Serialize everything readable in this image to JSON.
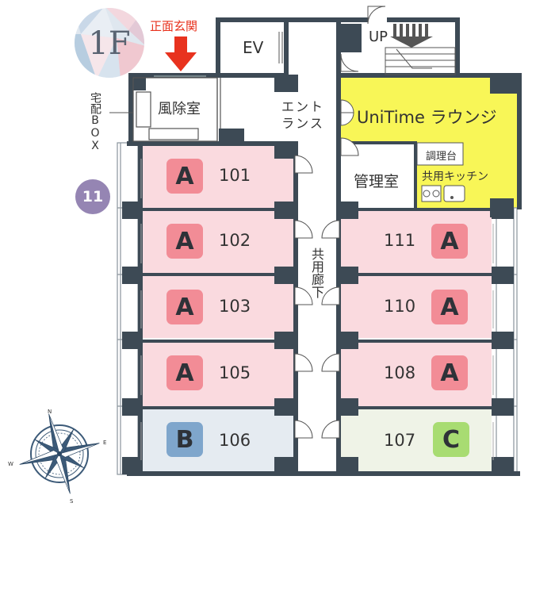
{
  "floor_label": "1F",
  "main_entrance": "正面玄関",
  "mailbox_label": "宅配BOX",
  "floor_count_badge": "11",
  "rooms": {
    "ev": "EV",
    "up": "UP",
    "windbreak_room": "風除室",
    "entrance": "エントランス",
    "lounge": "UniTime ラウンジ",
    "management_office": "管理室",
    "cooking_counter": "調理台",
    "shared_kitchen": "共用キッチン",
    "corridor": "共用廊下"
  },
  "units": [
    {
      "number": "101",
      "type": "A"
    },
    {
      "number": "102",
      "type": "A"
    },
    {
      "number": "103",
      "type": "A"
    },
    {
      "number": "105",
      "type": "A"
    },
    {
      "number": "106",
      "type": "B"
    },
    {
      "number": "111",
      "type": "A"
    },
    {
      "number": "110",
      "type": "A"
    },
    {
      "number": "108",
      "type": "A"
    },
    {
      "number": "107",
      "type": "C"
    }
  ],
  "compass": {
    "north": "N",
    "south": "S",
    "east": "E",
    "west": "W"
  },
  "colors": {
    "wall": "#3d4a55",
    "type_a_room": "#fadadf",
    "type_a_badge": "#f28c96",
    "type_b_room": "#e5ebf1",
    "type_b_badge": "#7fa6cc",
    "type_c_room": "#eff3e7",
    "type_c_badge": "#a8dc72",
    "lounge": "#f8f657",
    "entrance_arrow": "#e8321e"
  }
}
